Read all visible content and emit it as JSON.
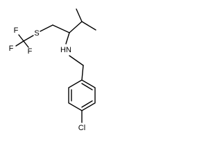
{
  "molecule": {
    "atoms": {
      "sulfur": "S",
      "fluorine_1": "F",
      "fluorine_2": "F",
      "fluorine_3": "F",
      "nitrogen": "HN",
      "chlorine": "Cl"
    },
    "colors": {
      "bond": "#000000",
      "label": "#000000",
      "background": "#ffffff"
    }
  }
}
